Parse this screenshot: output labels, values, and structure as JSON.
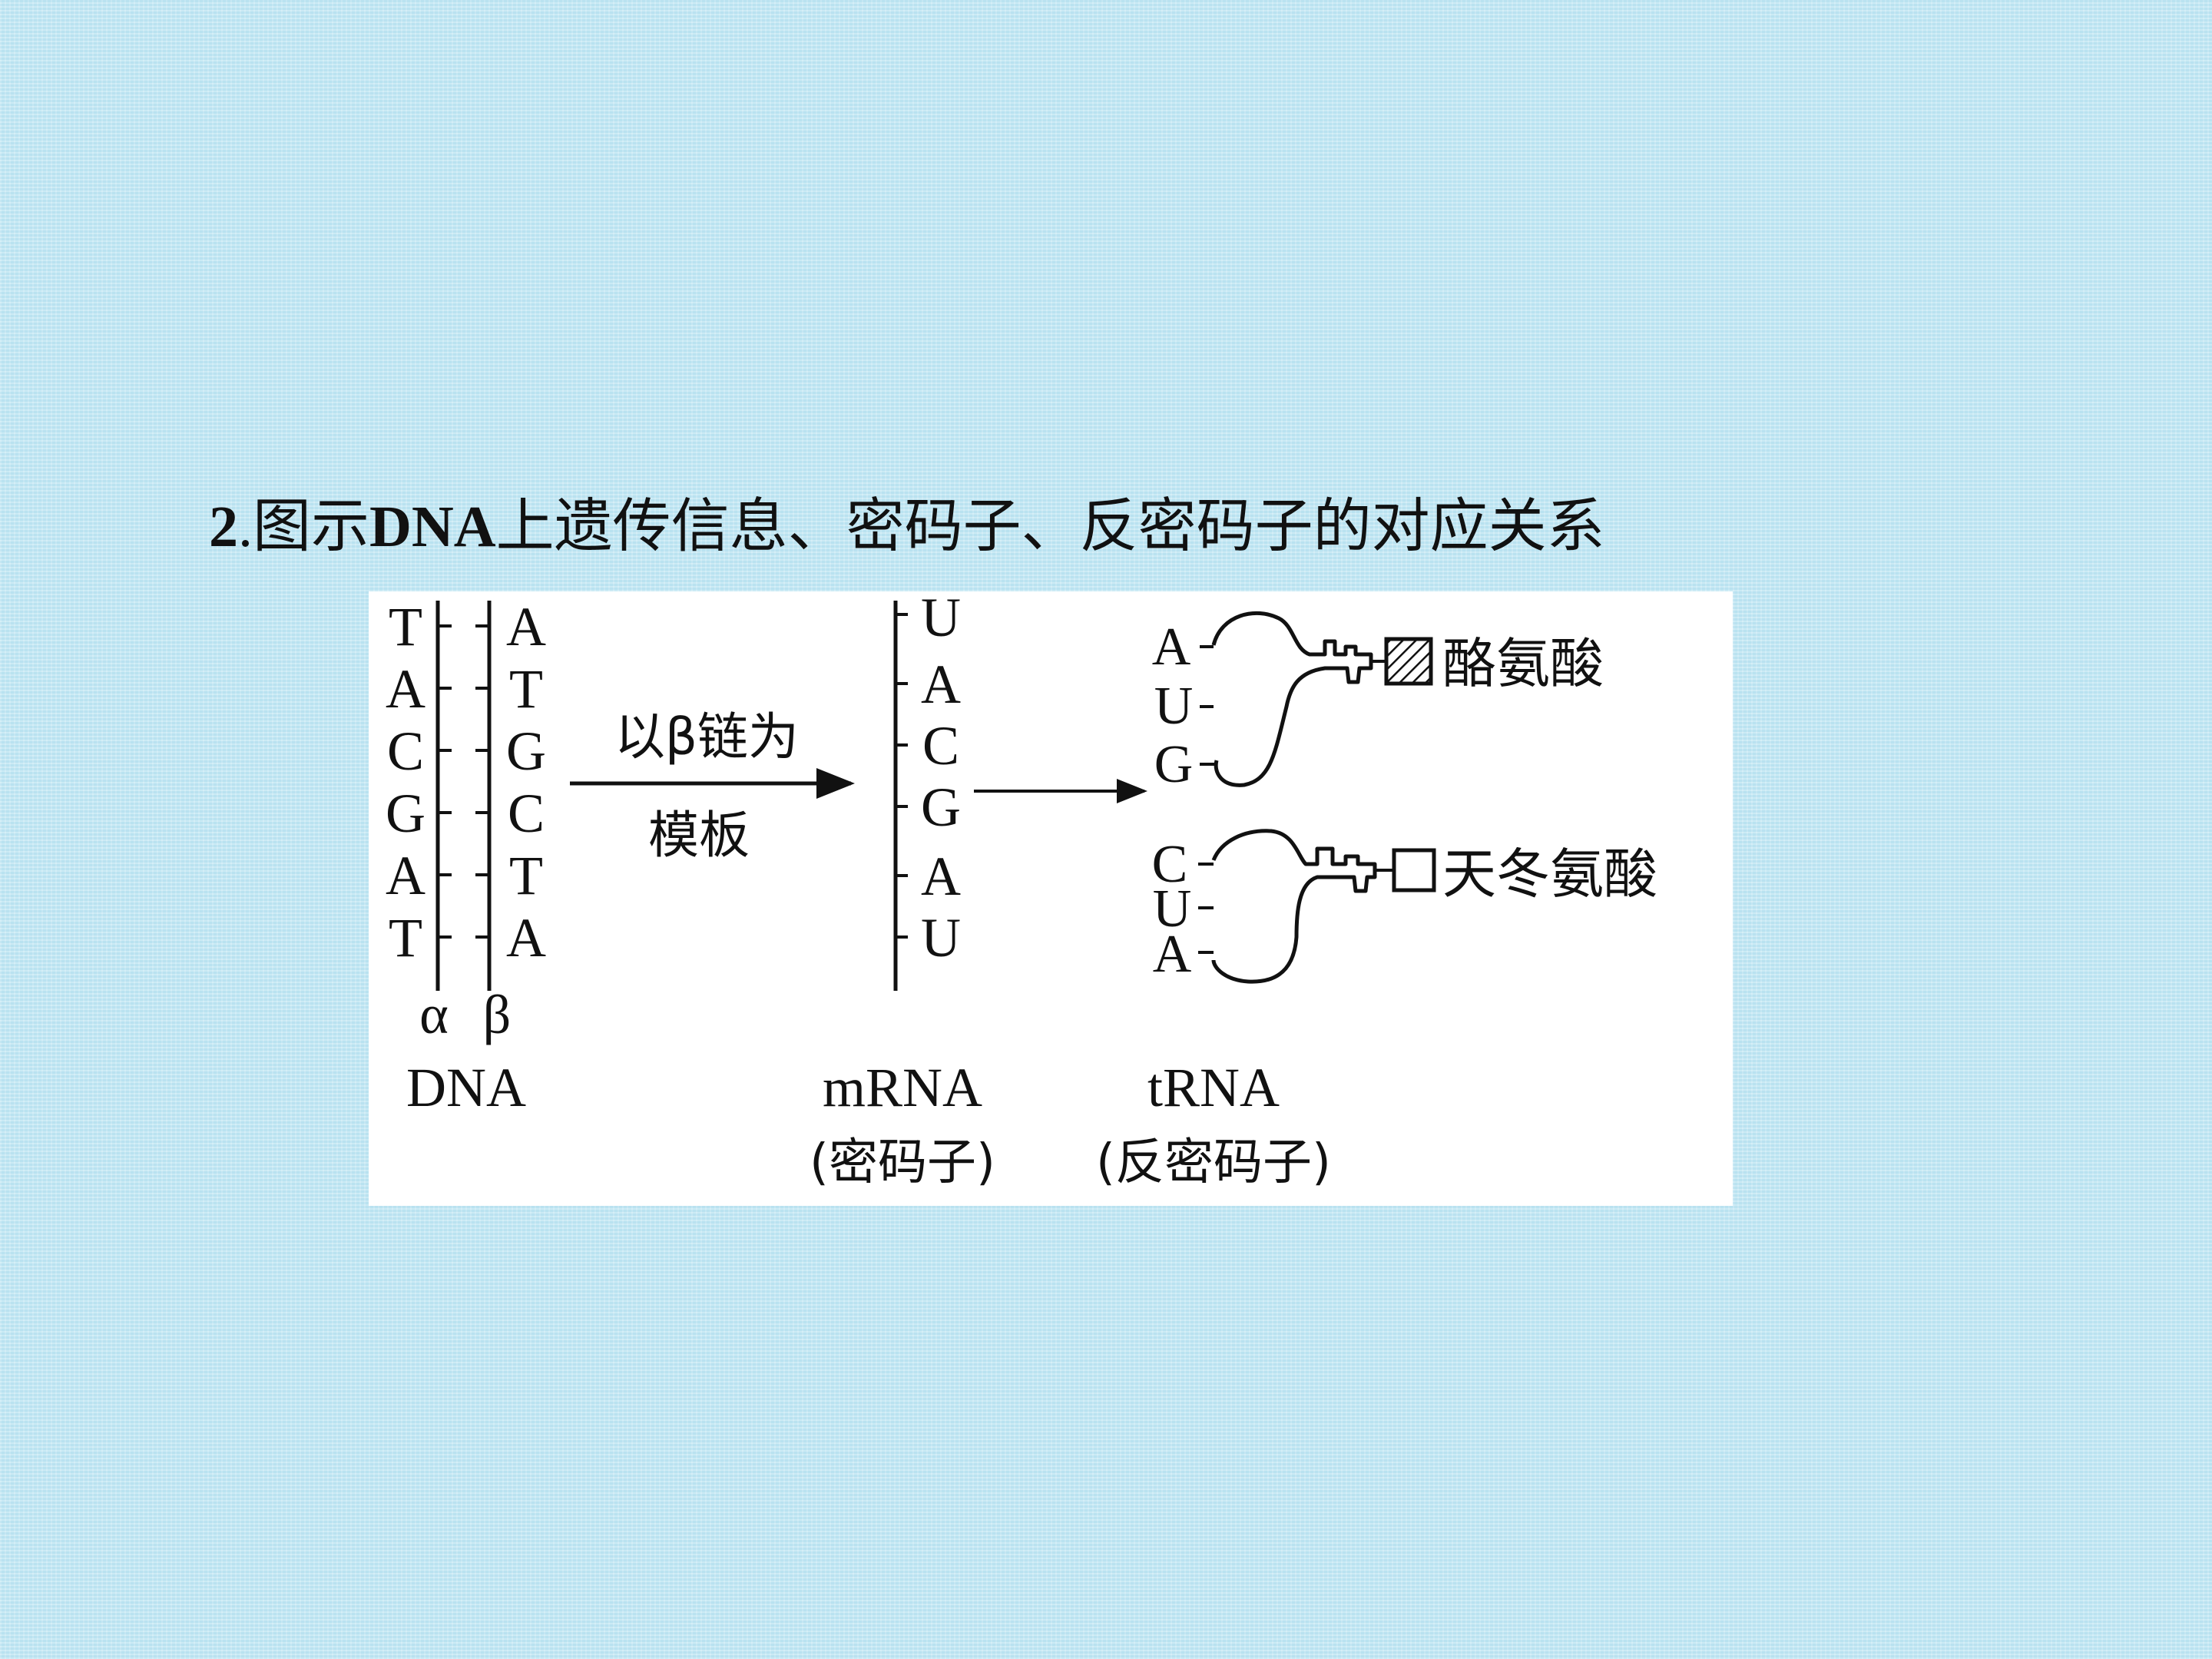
{
  "title": {
    "number": "2",
    "dot": ".",
    "part1": "图示",
    "dna": "DNA",
    "part2": "上遗传信息、密码子、反密码子的对应关系"
  },
  "figure": {
    "dna_alpha_strand": [
      "T",
      "A",
      "C",
      "G",
      "A",
      "T"
    ],
    "dna_beta_strand": [
      "A",
      "T",
      "G",
      "C",
      "T",
      "A"
    ],
    "alpha_label": "α",
    "beta_label": "β",
    "dna_label": "DNA",
    "arrow_label_top": "以β链为",
    "arrow_label_bottom": "模板",
    "mrna_bases": [
      "U",
      "A",
      "C",
      "G",
      "A",
      "U"
    ],
    "mrna_label": "mRNA",
    "mrna_sublabel": "(密码子)",
    "trna_label": "tRNA",
    "trna_sublabel": "(反密码子)",
    "trna1_anticodon": [
      "A",
      "U",
      "G"
    ],
    "trna1_amino_acid": "酪氨酸",
    "trna2_anticodon": [
      "C",
      "U",
      "A"
    ],
    "trna2_amino_acid": "天冬氨酸"
  }
}
